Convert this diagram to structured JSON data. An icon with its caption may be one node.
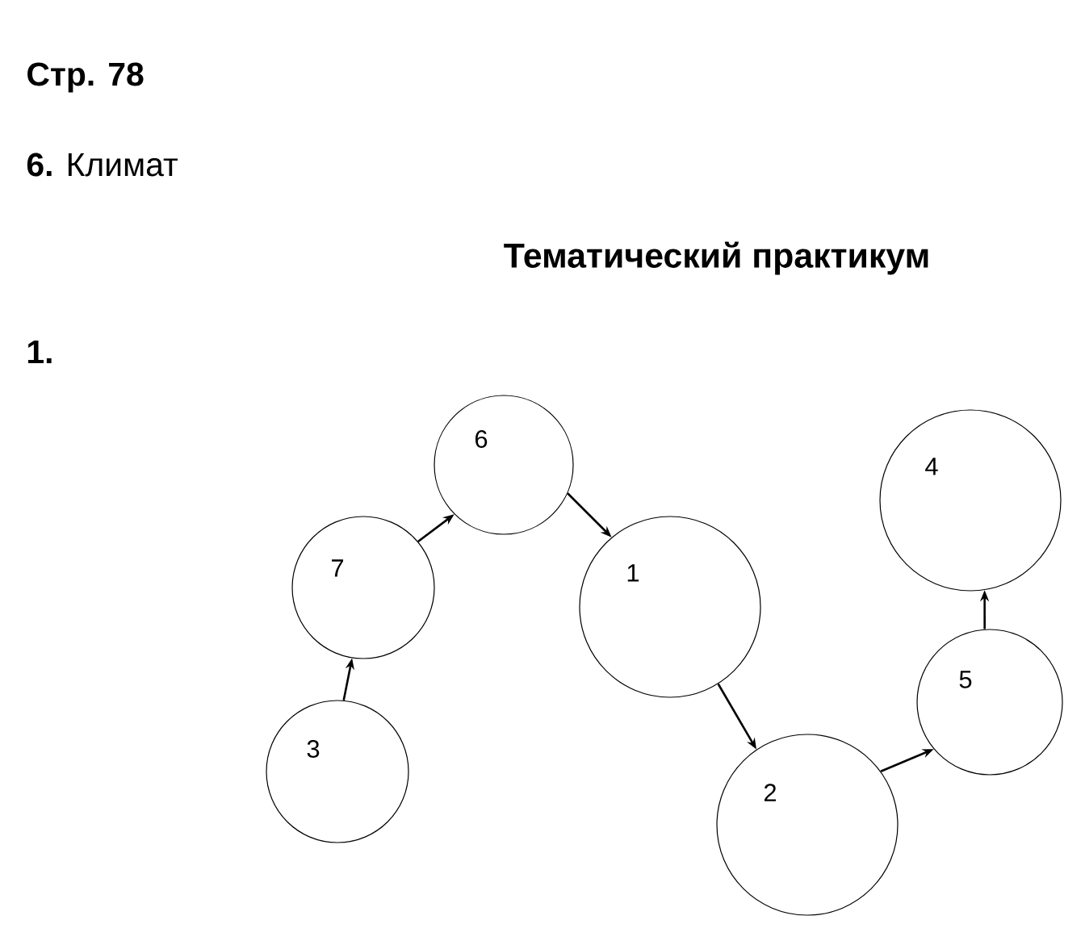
{
  "diagram": {
    "title": "Тематический практикум",
    "nodes": [
      {
        "text": [
          "3"
        ]
      },
      {
        "text": [
          "7"
        ]
      },
      {
        "text": [
          "6"
        ]
      },
      {
        "text": [
          "1"
        ]
      },
      {
        "text": [
          "2"
        ]
      },
      {
        "text": [
          "5"
        ]
      },
      {
        "text": [
          "4"
        ]
      }
    ],
    "edges": [
      {
        "from": 0,
        "to": 1,
        "arrow": "to"
      },
      {
        "from": 1,
        "to": 2,
        "arrow": "to"
      },
      {
        "from": 2,
        "to": 3,
        "arrow": "to"
      },
      {
        "from": 3,
        "to": 4,
        "arrow": "to"
      },
      {
        "from": 4,
        "to": 5,
        "arrow": "to"
      },
      {
        "from": 5,
        "to": 6,
        "arrow": "to"
      }
    ],
    "labels": [
      "Стр. 78",
      "**6.** Климат",
      "1."
    ]
  }
}
